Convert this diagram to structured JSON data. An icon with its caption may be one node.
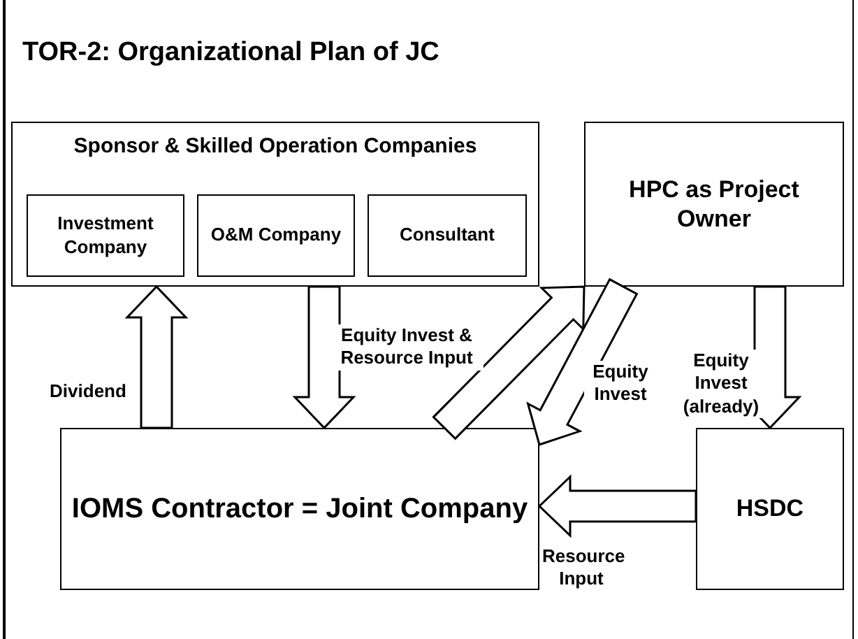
{
  "diagram": {
    "title": "TOR-2: Organizational Plan of JC",
    "nodes": [
      {
        "text": [
          "Sponsor & Skilled Operation Companies"
        ]
      },
      {
        "text": [
          "Investment Company"
        ],
        "in": 0
      },
      {
        "text": [
          "O&M Company"
        ],
        "in": 0
      },
      {
        "text": [
          "Consultant"
        ],
        "in": 0
      },
      {
        "text": [
          "HPC as Project Owner"
        ]
      },
      {
        "text": [
          "IOMS Contractor = Joint Company"
        ]
      },
      {
        "text": [
          "HSDC"
        ]
      }
    ],
    "edges": [
      {
        "from": 5,
        "to": 0,
        "arrow": "to",
        "label": "Dividend"
      },
      {
        "from": 0,
        "to": 5,
        "arrow": "to",
        "label": "Equity Invest & Resource Input"
      },
      {
        "from": 5,
        "to": 4,
        "arrow": "to"
      },
      {
        "from": 4,
        "to": 5,
        "arrow": "to",
        "label": "Equity Invest"
      },
      {
        "from": 4,
        "to": 6,
        "arrow": "to",
        "label": "Equity Invest (already)"
      },
      {
        "from": 6,
        "to": 5,
        "arrow": "to",
        "label": "Resource Input"
      }
    ]
  }
}
